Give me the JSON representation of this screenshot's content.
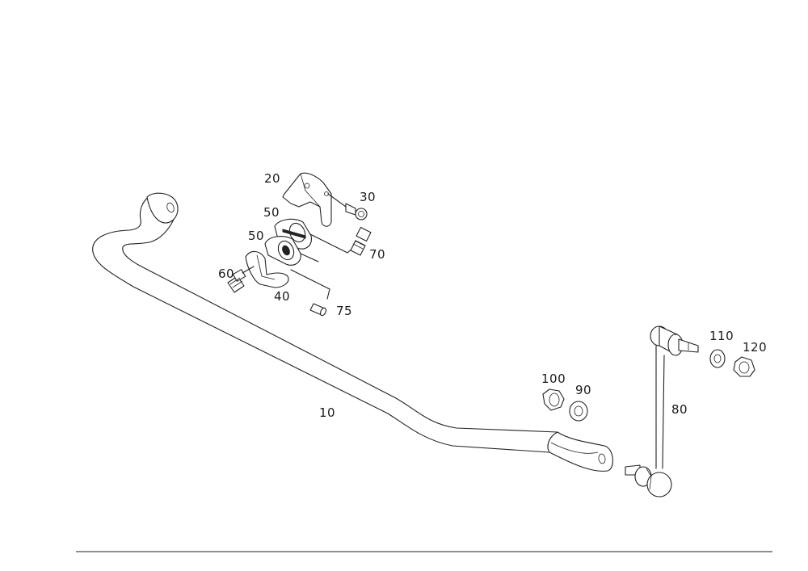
{
  "callouts": {
    "p10": "10",
    "p20": "20",
    "p30": "30",
    "p40": "40",
    "p50a": "50",
    "p50b": "50",
    "p60": "60",
    "p70": "70",
    "p75": "75",
    "p80": "80",
    "p90": "90",
    "p100": "100",
    "p110": "110",
    "p120": "120"
  },
  "colors": {
    "ink": "#222222",
    "background": "#ffffff"
  }
}
